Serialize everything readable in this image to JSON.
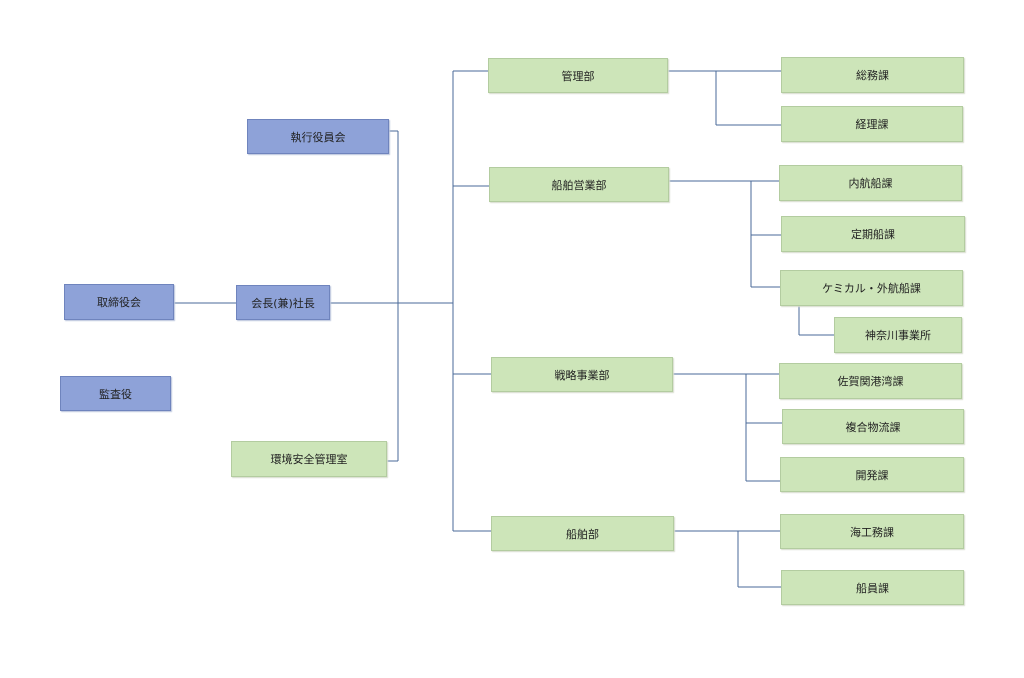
{
  "chart": {
    "colors": {
      "executive": "#8ea2d8",
      "department": "#cde5b9",
      "line": "#4a6a98"
    },
    "board": "取締役会",
    "auditor": "監査役",
    "executive_committee": "執行役員会",
    "president": "会長(兼)社長",
    "safety_office": "環境安全管理室",
    "departments": {
      "admin": {
        "name": "管理部",
        "sections": [
          "総務課",
          "経理課"
        ]
      },
      "shipping_sales": {
        "name": "船舶営業部",
        "sections": [
          "内航船課",
          "定期船課",
          "ケミカル・外航船課"
        ],
        "branch": "神奈川事業所"
      },
      "strategy": {
        "name": "戦略事業部",
        "sections": [
          "佐賀関港湾課",
          "複合物流課",
          "開発課"
        ]
      },
      "vessel": {
        "name": "船舶部",
        "sections": [
          "海工務課",
          "船員課"
        ]
      }
    }
  }
}
